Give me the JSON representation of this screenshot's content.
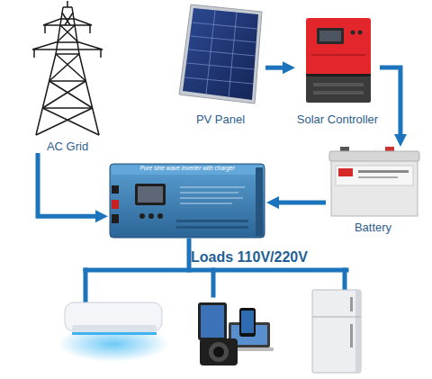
{
  "diagram": {
    "nodes": [
      {
        "text": [
          "AC Grid"
        ]
      },
      {
        "text": [
          "PV Panel"
        ]
      },
      {
        "text": [
          "Solar Controller"
        ]
      },
      {
        "text": [
          "Battery"
        ]
      },
      {
        "text": [
          "Pure sine wave inverter with charger"
        ]
      }
    ],
    "edges": [
      {
        "from": 1,
        "to": 2,
        "arrow": "to"
      },
      {
        "from": 2,
        "to": 3,
        "arrow": "to"
      },
      {
        "from": 3,
        "to": 4,
        "arrow": "to"
      },
      {
        "from": 0,
        "to": 4,
        "arrow": "to"
      }
    ],
    "labels": [
      "Loads 110V/220V"
    ]
  }
}
